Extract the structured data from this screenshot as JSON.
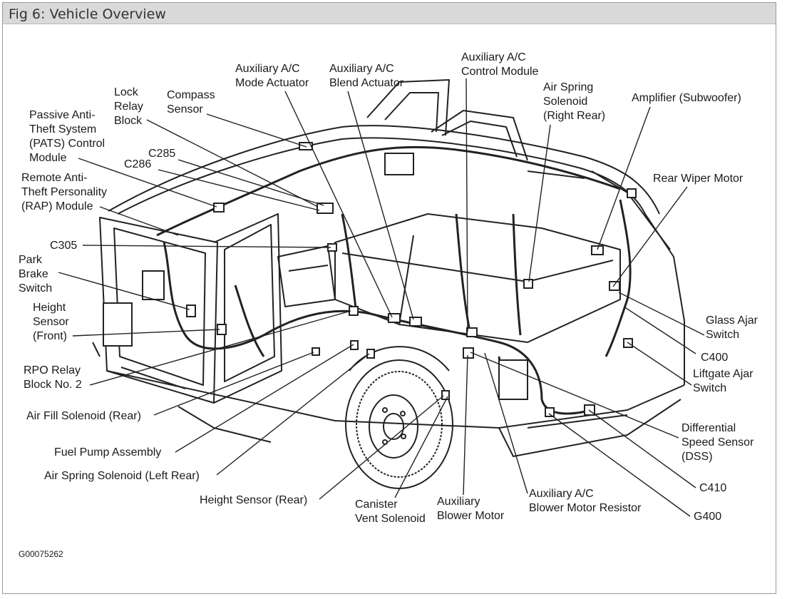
{
  "figure": {
    "title": "Fig 6: Vehicle Overview",
    "code": "G00075262"
  },
  "labels": {
    "lock_relay_block": "Lock\nRelay\nBlock",
    "compass_sensor": "Compass\nSensor",
    "aux_ac_mode_actuator": "Auxiliary A/C\nMode Actuator",
    "aux_ac_blend_actuator": "Auxiliary A/C\nBlend Actuator",
    "aux_ac_control_module": "Auxiliary A/C\nControl Module",
    "air_spring_solenoid_right_rear": "Air Spring\nSolenoid\n(Right Rear)",
    "amplifier_subwoofer": "Amplifier (Subwoofer)",
    "pats_module": "Passive Anti-\nTheft System\n(PATS) Control\nModule",
    "c285": "C285",
    "c286": "C286",
    "rap_module": "Remote Anti-\nTheft Personality\n(RAP) Module",
    "rear_wiper_motor": "Rear Wiper Motor",
    "c305": "C305",
    "park_brake_switch": "Park\nBrake\nSwitch",
    "height_sensor_front": "Height\nSensor\n(Front)",
    "glass_ajar_switch": "Glass Ajar\nSwitch",
    "c400": "C400",
    "liftgate_ajar_switch": "Liftgate Ajar\nSwitch",
    "rpo_relay_block": "RPO Relay\nBlock No. 2",
    "air_fill_solenoid_rear": "Air Fill Solenoid (Rear)",
    "differential_speed_sensor": "Differential\nSpeed Sensor\n(DSS)",
    "fuel_pump_assembly": "Fuel Pump Assembly",
    "air_spring_solenoid_left_rear": "Air Spring Solenoid (Left Rear)",
    "c410": "C410",
    "height_sensor_rear": "Height Sensor (Rear)",
    "canister_vent_solenoid": "Canister\nVent Solenoid",
    "auxiliary_blower_motor": "Auxiliary\nBlower Motor",
    "aux_ac_blower_motor_resistor": "Auxiliary A/C\nBlower Motor Resistor",
    "g400": "G400"
  }
}
